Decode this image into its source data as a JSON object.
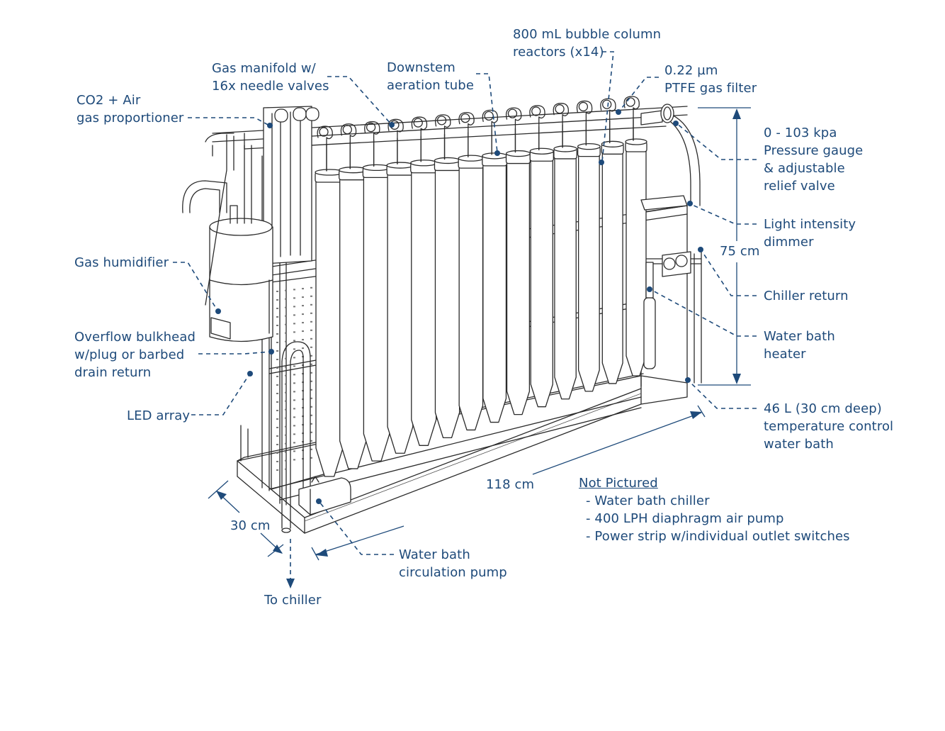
{
  "labels": {
    "co2_air": [
      "CO2 + Air",
      "gas proportioner"
    ],
    "gas_manifold": [
      "Gas manifold w/",
      "16x needle valves"
    ],
    "downstem": [
      "Downstem",
      "aeration tube"
    ],
    "reactors": [
      "800 mL bubble column",
      "reactors (x14)"
    ],
    "gas_filter": [
      "0.22 µm",
      "PTFE gas filter"
    ],
    "pressure_gauge": [
      "0 - 103 kpa",
      "Pressure gauge",
      "& adjustable",
      "relief valve"
    ],
    "light_dimmer": [
      "Light intensity",
      "dimmer"
    ],
    "height": "75 cm",
    "chiller_return": "Chiller return",
    "heater": [
      "Water bath",
      "heater"
    ],
    "water_bath": [
      "46 L (30 cm deep)",
      "temperature control",
      "water bath"
    ],
    "gas_humidifier": "Gas humidifier",
    "overflow": [
      "Overflow bulkhead",
      "w/plug or barbed",
      "drain return"
    ],
    "led_array": "LED array",
    "depth": "30 cm",
    "length": "118 cm",
    "to_chiller": "To chiller",
    "pump": [
      "Water bath",
      "circulation pump"
    ]
  },
  "not_pictured": {
    "title": "Not Pictured",
    "items": [
      "- Water bath chiller",
      "- 400 LPH diaphragm air pump",
      "- Power strip w/individual outlet switches"
    ]
  },
  "colors": {
    "annotation": "#1e4a7a",
    "equipment": "#2b2b2b"
  },
  "reactor_count": 14
}
